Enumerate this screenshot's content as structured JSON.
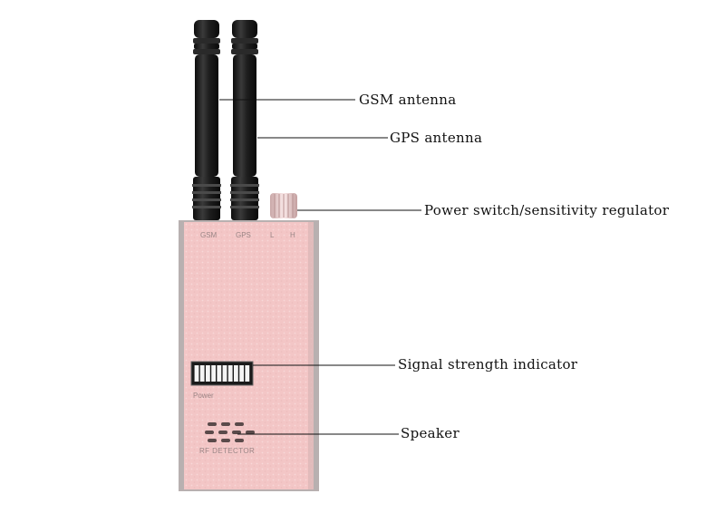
{
  "device": {
    "antenna_labels": [
      "GSM",
      "GPS"
    ],
    "sensitivity_labels": [
      "L",
      "H"
    ],
    "power_label": "Power",
    "brand_label": "RF DETECTOR",
    "signal_bars": 10
  },
  "callouts": [
    {
      "id": "gsm-antenna",
      "label": "GSM antenna"
    },
    {
      "id": "gps-antenna",
      "label": "GPS antenna"
    },
    {
      "id": "power-switch",
      "label": "Power switch/sensitivity regulator"
    },
    {
      "id": "signal-indicator",
      "label": "Signal strength indicator"
    },
    {
      "id": "speaker",
      "label": "Speaker"
    }
  ],
  "colors": {
    "body": "#f3c7c7",
    "body_edge": "#b8b0b0",
    "antenna": "#1b1b1b",
    "leader_line": "#111111"
  }
}
